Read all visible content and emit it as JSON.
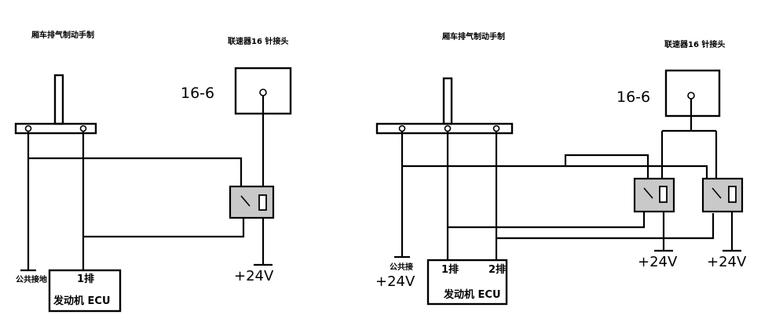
{
  "left": {
    "handbrake_title": "厢车排气制动手制",
    "connector_title": "联速器16 针接头",
    "pin_label": "16-6",
    "ground_label": "公共接地",
    "ecu_pin1": "1排",
    "ecu_title": "发动机 ECU",
    "supply": "+24V"
  },
  "right": {
    "handbrake_title": "厢车排气制动手制",
    "connector_title": "联速器16 针接头",
    "pin_label": "16-6",
    "ground_label": "公共接",
    "ground_supply": "+24V",
    "ecu_pin1": "1排",
    "ecu_pin2": "2排",
    "ecu_title": "发动机 ECU",
    "supply_1": "+24V",
    "supply_2": "+24V"
  }
}
